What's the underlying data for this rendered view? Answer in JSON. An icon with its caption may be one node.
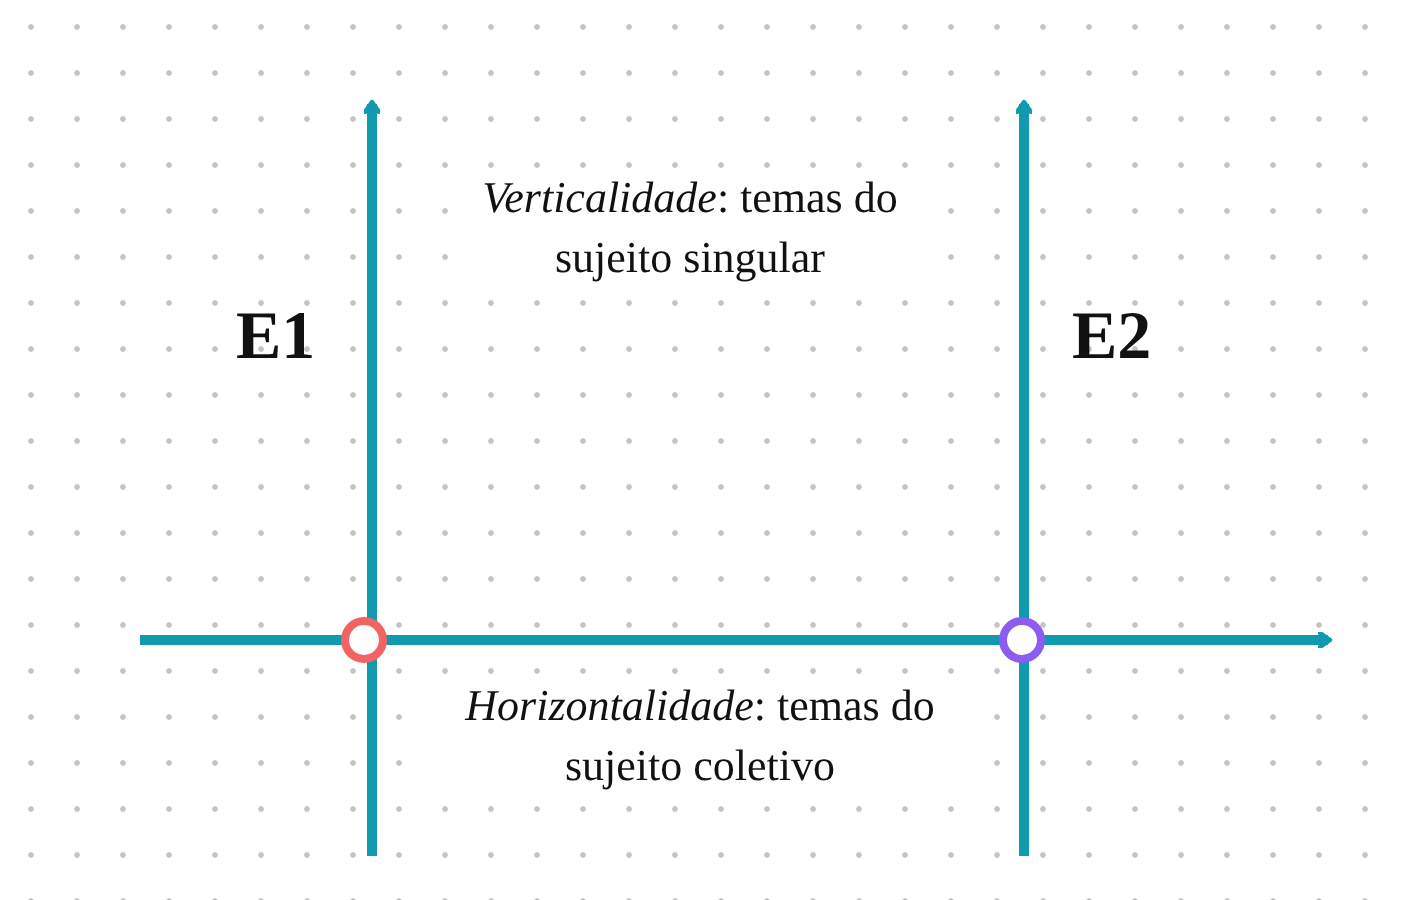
{
  "diagram": {
    "nodes": [
      {
        "text": [],
        "shape": "circle"
      },
      {
        "text": [],
        "shape": "circle"
      }
    ],
    "labels": [
      "E1",
      "*Verticalidade*: temas do sujeito singular",
      "E2",
      "*Horizontalidade*:  temas do sujeito coletivo"
    ]
  }
}
